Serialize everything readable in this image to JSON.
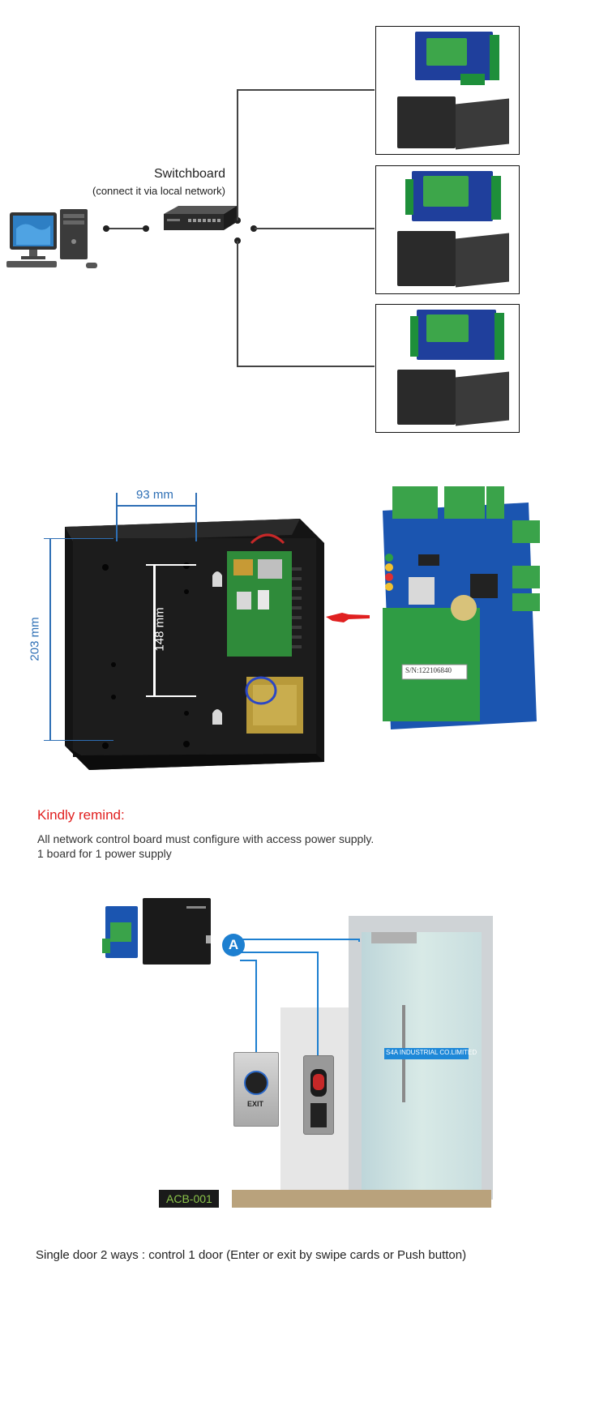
{
  "diagram": {
    "switch_title": "Switchboard",
    "switch_subtitle": "(connect it via local network)"
  },
  "dimensions": {
    "width_label": "93 mm",
    "height_label": "203 mm",
    "inner_label": "148 mm",
    "serial_label": "S/N:122106840"
  },
  "remind": {
    "title": "Kindly remind:",
    "line1": "All network control board must configure with access power supply.",
    "line2": "1 board for 1 power supply"
  },
  "door": {
    "marker_letter": "A",
    "exit_label": "EXIT",
    "company_label": "S4A INDUSTRIAL CO.LIMITED",
    "model_badge": "ACB-001",
    "caption": "Single door 2 ways : control 1 door (Enter or exit by swipe cards or Push button)"
  },
  "colors": {
    "remind_red": "#e02020",
    "dimension_blue": "#2e6fb5",
    "wire_blue": "#1d7fd0",
    "badge_green": "#8bc34a"
  }
}
